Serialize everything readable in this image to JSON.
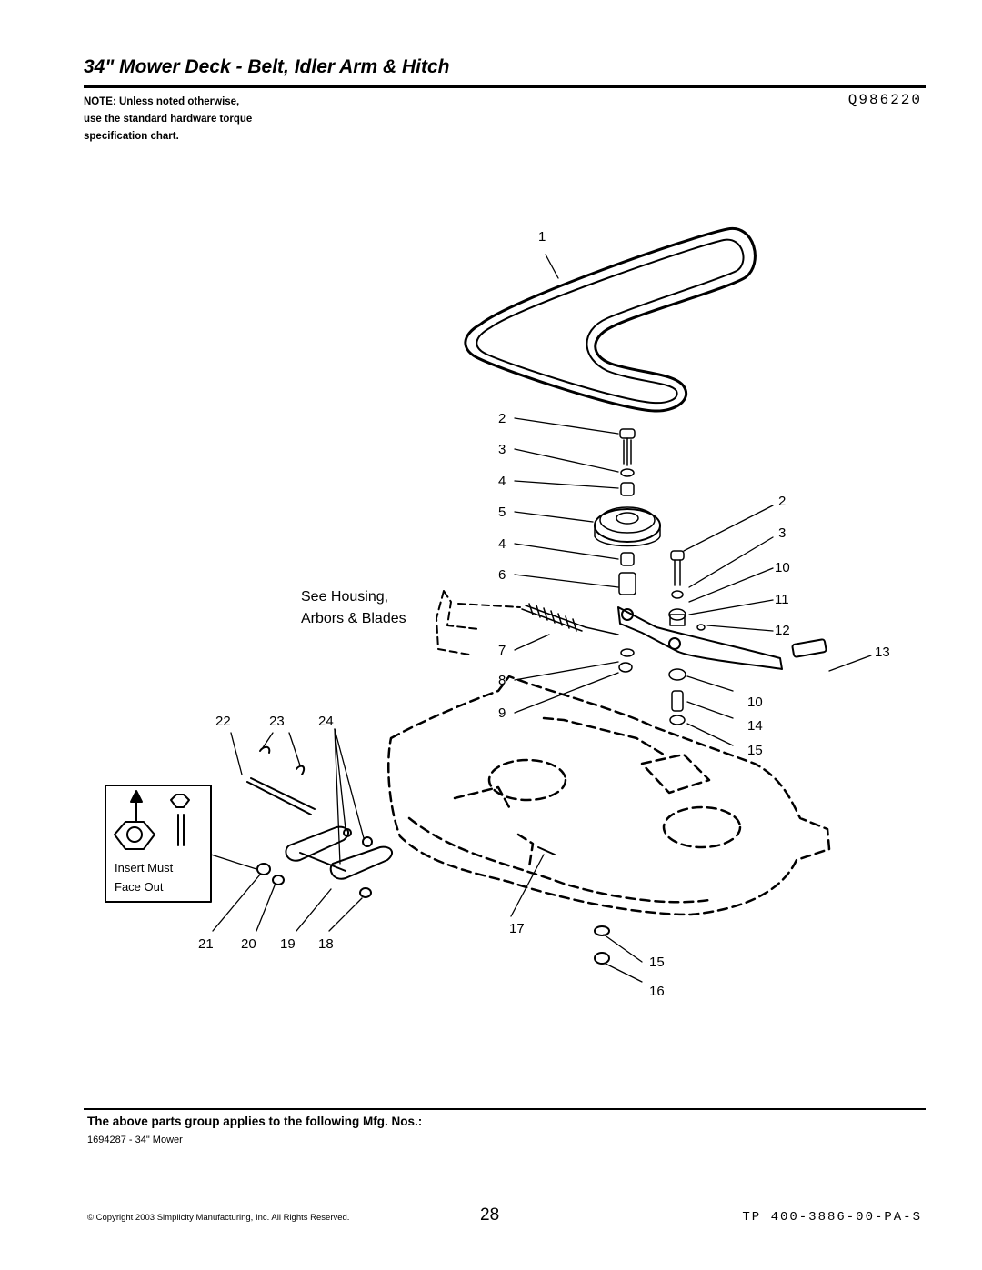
{
  "header": {
    "title": "34\" Mower Deck - Belt, Idler Arm & Hitch",
    "figure_id": "Q986220"
  },
  "note": {
    "line1": "NOTE: Unless noted otherwise,",
    "line2": "use the standard hardware torque",
    "line3": "specification chart."
  },
  "diagram": {
    "callouts": [
      "1",
      "2",
      "3",
      "4",
      "5",
      "4",
      "6",
      "7",
      "8",
      "9",
      "2",
      "3",
      "10",
      "11",
      "12",
      "13",
      "10",
      "14",
      "15",
      "17",
      "15",
      "16",
      "22",
      "23",
      "24",
      "21",
      "20",
      "19",
      "18"
    ],
    "housing_label_line1": "See Housing,",
    "housing_label_line2": "Arbors & Blades",
    "inset_label_line1": "Insert Must",
    "inset_label_line2": "Face Out"
  },
  "applies": {
    "heading": "The above parts group applies to the following Mfg. Nos.:",
    "mfg_entry": "1694287 - 34\" Mower"
  },
  "footer": {
    "copyright": "© Copyright 2003 Simplicity Manufacturing, Inc. All Rights Reserved.",
    "page_number": "28",
    "doc_number": "TP 400-3886-00-PA-S"
  }
}
